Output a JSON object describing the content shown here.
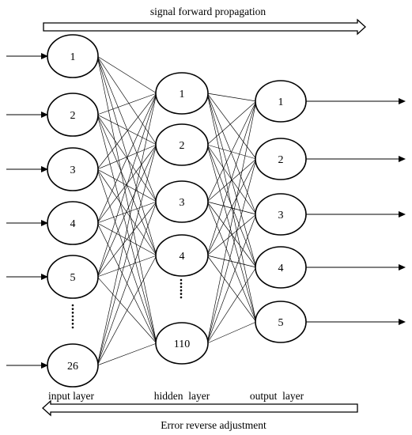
{
  "diagram": {
    "top_arrow_label": "signal forward propagation",
    "bottom_arrow_label": "Error reverse adjustment",
    "layers": [
      {
        "id": "input",
        "title": "input layer",
        "nodes": [
          "1",
          "2",
          "3",
          "4",
          "5",
          "26"
        ]
      },
      {
        "id": "hidden",
        "title": "hidden  layer",
        "nodes": [
          "1",
          "2",
          "3",
          "4",
          "110"
        ]
      },
      {
        "id": "output",
        "title": "output  layer",
        "nodes": [
          "1",
          "2",
          "3",
          "4",
          "5"
        ]
      }
    ]
  }
}
